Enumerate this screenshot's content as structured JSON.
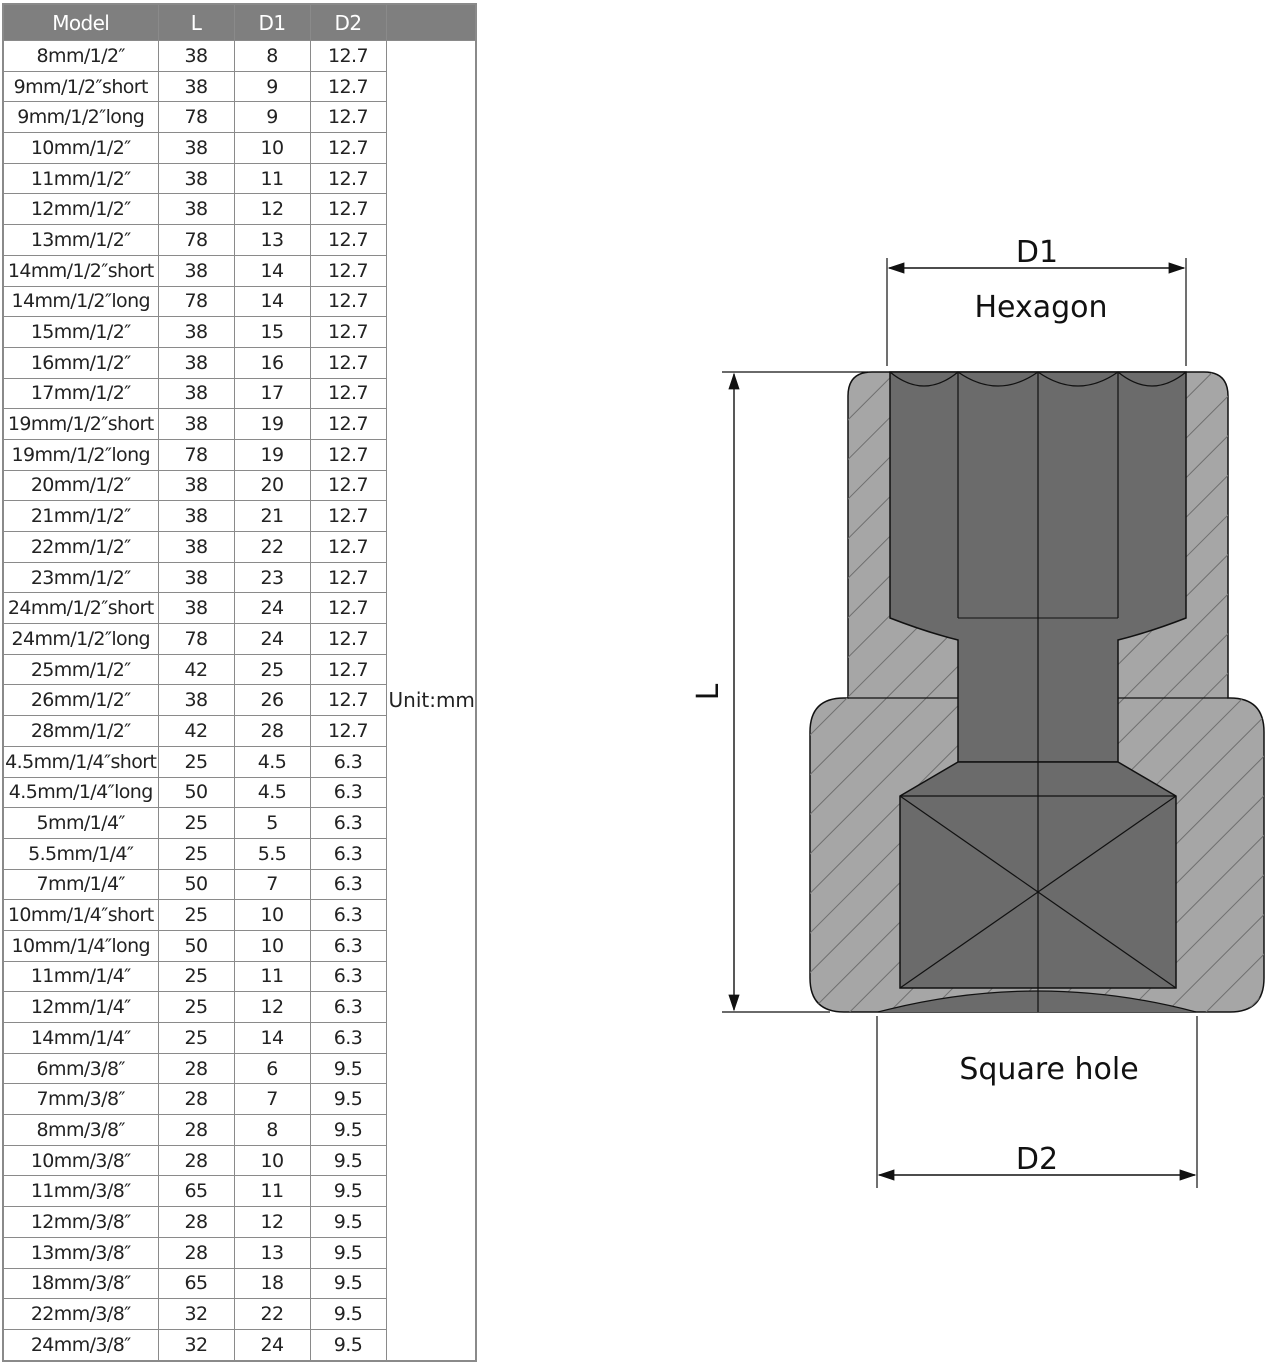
{
  "table": {
    "headers": [
      "Model",
      "L",
      "D1",
      "D2"
    ],
    "unit_label": "Unit:mm",
    "rows": [
      [
        "8mm/1/2″",
        "38",
        "8",
        "12.7"
      ],
      [
        "9mm/1/2″short",
        "38",
        "9",
        "12.7"
      ],
      [
        "9mm/1/2″long",
        "78",
        "9",
        "12.7"
      ],
      [
        "10mm/1/2″",
        "38",
        "10",
        "12.7"
      ],
      [
        "11mm/1/2″",
        "38",
        "11",
        "12.7"
      ],
      [
        "12mm/1/2″",
        "38",
        "12",
        "12.7"
      ],
      [
        "13mm/1/2″",
        "78",
        "13",
        "12.7"
      ],
      [
        "14mm/1/2″short",
        "38",
        "14",
        "12.7"
      ],
      [
        "14mm/1/2″long",
        "78",
        "14",
        "12.7"
      ],
      [
        "15mm/1/2″",
        "38",
        "15",
        "12.7"
      ],
      [
        "16mm/1/2″",
        "38",
        "16",
        "12.7"
      ],
      [
        "17mm/1/2″",
        "38",
        "17",
        "12.7"
      ],
      [
        "19mm/1/2″short",
        "38",
        "19",
        "12.7"
      ],
      [
        "19mm/1/2″long",
        "78",
        "19",
        "12.7"
      ],
      [
        "20mm/1/2″",
        "38",
        "20",
        "12.7"
      ],
      [
        "21mm/1/2″",
        "38",
        "21",
        "12.7"
      ],
      [
        "22mm/1/2″",
        "38",
        "22",
        "12.7"
      ],
      [
        "23mm/1/2″",
        "38",
        "23",
        "12.7"
      ],
      [
        "24mm/1/2″short",
        "38",
        "24",
        "12.7"
      ],
      [
        "24mm/1/2″long",
        "78",
        "24",
        "12.7"
      ],
      [
        "25mm/1/2″",
        "42",
        "25",
        "12.7"
      ],
      [
        "26mm/1/2″",
        "38",
        "26",
        "12.7"
      ],
      [
        "28mm/1/2″",
        "42",
        "28",
        "12.7"
      ],
      [
        "4.5mm/1/4″short",
        "25",
        "4.5",
        "6.3"
      ],
      [
        "4.5mm/1/4″long",
        "50",
        "4.5",
        "6.3"
      ],
      [
        "5mm/1/4″",
        "25",
        "5",
        "6.3"
      ],
      [
        "5.5mm/1/4″",
        "25",
        "5.5",
        "6.3"
      ],
      [
        "7mm/1/4″",
        "50",
        "7",
        "6.3"
      ],
      [
        "10mm/1/4″short",
        "25",
        "10",
        "6.3"
      ],
      [
        "10mm/1/4″long",
        "50",
        "10",
        "6.3"
      ],
      [
        "11mm/1/4″",
        "25",
        "11",
        "6.3"
      ],
      [
        "12mm/1/4″",
        "25",
        "12",
        "6.3"
      ],
      [
        "14mm/1/4″",
        "25",
        "14",
        "6.3"
      ],
      [
        "6mm/3/8″",
        "28",
        "6",
        "9.5"
      ],
      [
        "7mm/3/8″",
        "28",
        "7",
        "9.5"
      ],
      [
        "8mm/3/8″",
        "28",
        "8",
        "9.5"
      ],
      [
        "10mm/3/8″",
        "28",
        "10",
        "9.5"
      ],
      [
        "11mm/3/8″",
        "65",
        "11",
        "9.5"
      ],
      [
        "12mm/3/8″",
        "28",
        "12",
        "9.5"
      ],
      [
        "13mm/3/8″",
        "28",
        "13",
        "9.5"
      ],
      [
        "18mm/3/8″",
        "65",
        "18",
        "9.5"
      ],
      [
        "22mm/3/8″",
        "32",
        "22",
        "9.5"
      ],
      [
        "24mm/3/8″",
        "32",
        "24",
        "9.5"
      ]
    ]
  },
  "diagram": {
    "labels": {
      "d1": "D1",
      "hexagon": "Hexagon",
      "length": "L",
      "square_hole": "Square hole",
      "d2": "D2"
    },
    "colors": {
      "body": "#a6a6a6",
      "cavity": "#6b6b6b",
      "header": "#7f7f7f",
      "grid": "#8a8a8a"
    }
  }
}
